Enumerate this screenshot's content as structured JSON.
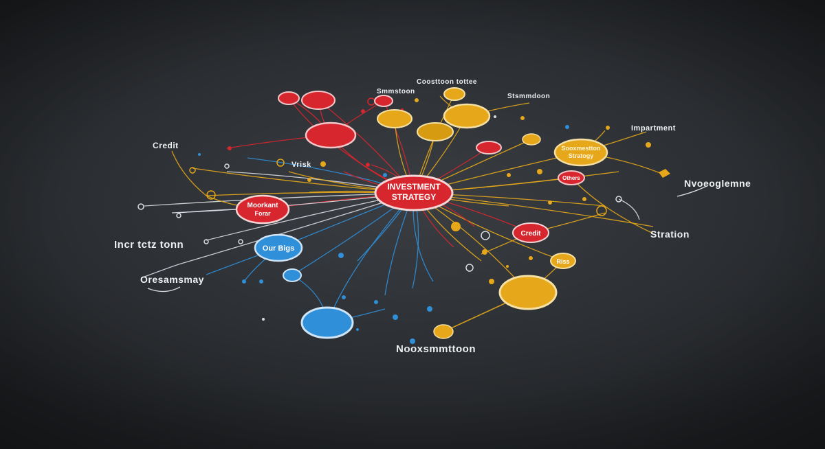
{
  "colors": {
    "background": "#2c2f33",
    "red": "#d8262e",
    "yellow": "#e6a81a",
    "blue": "#2f8fd8",
    "white_line": "#d9dde2"
  },
  "center": {
    "line1": "INVESTMENT",
    "line2": "STRATEGY"
  },
  "node_labels": {
    "market_force": {
      "line1": "Moorkant",
      "line2": "Forar"
    },
    "our_bigs": "Our Bigs",
    "credit": "Credit",
    "risk": "Riss",
    "strategy": {
      "line1": "Sooxmestton",
      "line2": "Stratogy"
    },
    "others": "Others"
  },
  "outer_labels": {
    "credit_left": "Credit",
    "vrisk": "Vrisk",
    "incretiction": "Incr tctz tonn",
    "oresamp": "Oresamsmay",
    "nveoeglemne": "Nvoeoglemne",
    "stration": "Stration",
    "impartment": "Impartment",
    "top_center": "Coosttoon tottee",
    "top_left": "Smmstoon",
    "top_right": "Stsmmdoon",
    "bottom": "Nooxsmmttoon"
  }
}
